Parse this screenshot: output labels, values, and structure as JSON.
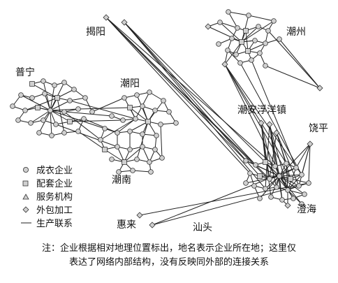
{
  "places": {
    "jieyang": "揭阳",
    "chaozhou": "潮州",
    "puning": "普宁",
    "chaoyang": "潮阳",
    "chaoan_fuyang": "潮安浮洋镇",
    "raoping": "饶平",
    "chaonan": "潮南",
    "chenghai": "澄海",
    "huilai": "惠来",
    "shantou": "汕头"
  },
  "legend": {
    "apparel": "成衣企业",
    "supplier": "配套企业",
    "service": "服务机构",
    "outsource": "外包加工",
    "link": "生产联系"
  },
  "caption": {
    "line1": "注：企业根据相对地理位置标出，地名表示企业所在地；这里仅",
    "line2": "表达了网络内部结构，没有反映同外部的连接关系"
  }
}
